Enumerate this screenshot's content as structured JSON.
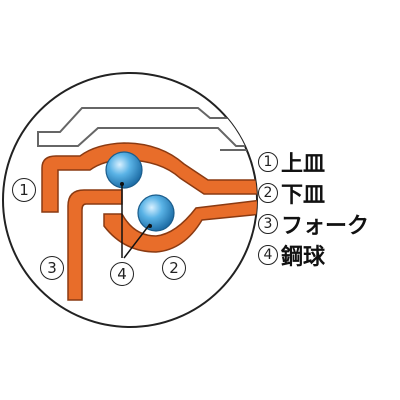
{
  "legend": [
    {
      "number": "1",
      "label": "上皿"
    },
    {
      "number": "2",
      "label": "下皿"
    },
    {
      "number": "3",
      "label": "フォーク"
    },
    {
      "number": "4",
      "label": "鋼球"
    }
  ],
  "callouts": {
    "c1": "1",
    "c2": "2",
    "c3": "3",
    "c4": "4"
  },
  "colors": {
    "part_orange": "#e86d2a",
    "part_outline": "#8a3a12",
    "ball_blue": "#3fa0d8",
    "frame_gray": "#555555"
  }
}
